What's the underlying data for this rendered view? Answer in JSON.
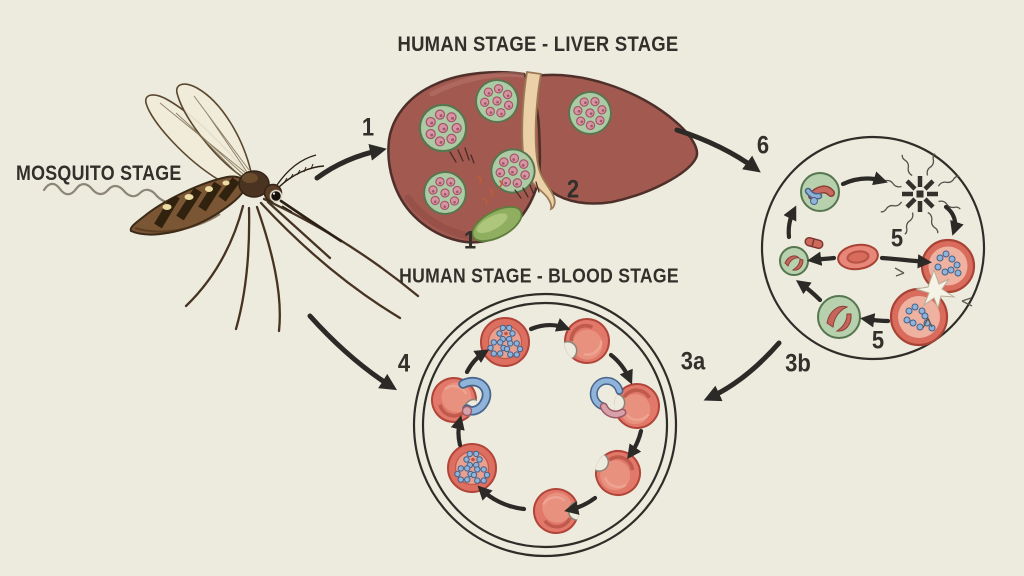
{
  "palette": {
    "bg": "#edeade",
    "ink": "#32302a",
    "arrow": "#2b2a26",
    "liver": "#a15950",
    "liver_outline": "#4e2f2a",
    "ligament": "#ecd0a8",
    "gallbladder": "#8fae60",
    "schizont_fill": "#accaa4",
    "schizont_stroke": "#567650",
    "merozoite_pink": "#d795a3",
    "rbc_fill": "#e2786a",
    "rbc_stroke": "#b24539",
    "parasite_blue": "#8fb3d9",
    "cell_green": "#b7d0ad",
    "crescent_red": "#c5655c"
  },
  "titles": {
    "mosquito": "MOSQUITO STAGE",
    "liver": "HUMAN STAGE - LIVER STAGE",
    "blood": "HUMAN STAGE - BLOOD STAGE"
  },
  "labels": {
    "arrow_to_liver": "1",
    "liver_infection": "1",
    "liver_schizont": "2",
    "blood_cycle": "3a",
    "to_mosquito": "3b",
    "arrow_to_blood": "4",
    "mosquito_cycle_top": "5",
    "mosquito_cycle_bottom": "5",
    "arrow_to_mosquito_cycle": "6"
  }
}
